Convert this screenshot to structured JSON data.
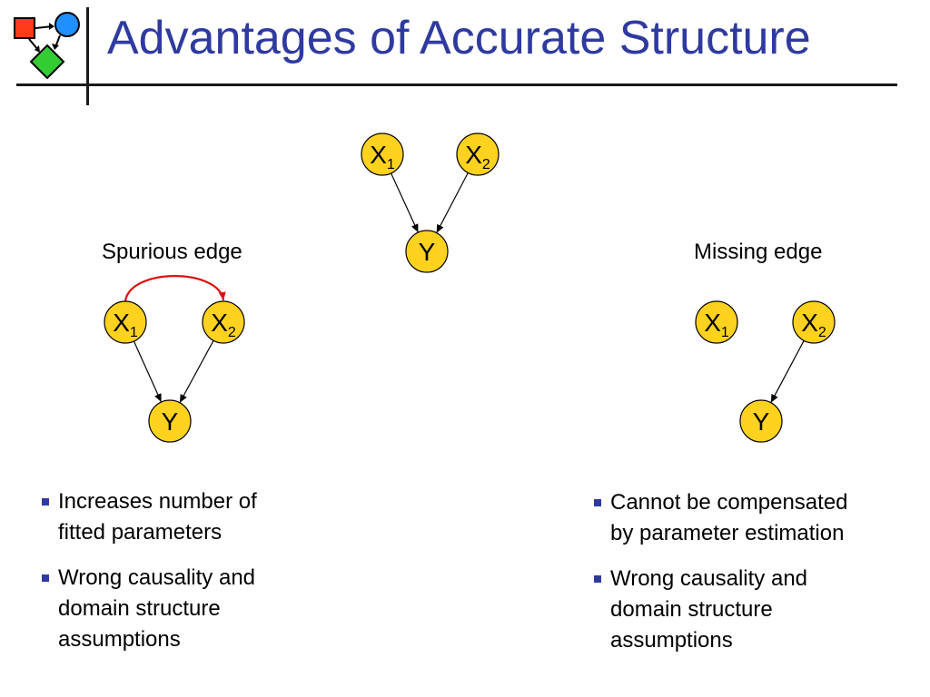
{
  "title": "Advantages of Accurate Structure",
  "colors": {
    "title": "#2f3aa0",
    "node_fill": "#ffd21f",
    "spurious_edge": "#dd1111",
    "bullet": "#2f3aa0"
  },
  "logo": {
    "icon": "graphical-model-logo-icon"
  },
  "graphs": {
    "true": {
      "nodes": [
        {
          "id": "X1",
          "base": "X",
          "sub": "1"
        },
        {
          "id": "X2",
          "base": "X",
          "sub": "2"
        },
        {
          "id": "Y",
          "base": "Y",
          "sub": ""
        }
      ],
      "edges": [
        [
          "X1",
          "Y"
        ],
        [
          "X2",
          "Y"
        ]
      ]
    },
    "spurious": {
      "caption": "Spurious edge",
      "nodes": [
        {
          "id": "X1",
          "base": "X",
          "sub": "1"
        },
        {
          "id": "X2",
          "base": "X",
          "sub": "2"
        },
        {
          "id": "Y",
          "base": "Y",
          "sub": ""
        }
      ],
      "edges": [
        [
          "X1",
          "Y"
        ],
        [
          "X2",
          "Y"
        ]
      ],
      "extra_edge": [
        "X1",
        "X2"
      ]
    },
    "missing": {
      "caption": "Missing edge",
      "nodes": [
        {
          "id": "X1",
          "base": "X",
          "sub": "1"
        },
        {
          "id": "X2",
          "base": "X",
          "sub": "2"
        },
        {
          "id": "Y",
          "base": "Y",
          "sub": ""
        }
      ],
      "edges": [
        [
          "X2",
          "Y"
        ]
      ]
    }
  },
  "bullets_left": [
    "Increases number of\nfitted parameters",
    "Wrong causality and\ndomain structure\nassumptions"
  ],
  "bullets_right": [
    "Cannot be compensated\n by parameter estimation",
    "Wrong causality and\ndomain structure\nassumptions"
  ]
}
